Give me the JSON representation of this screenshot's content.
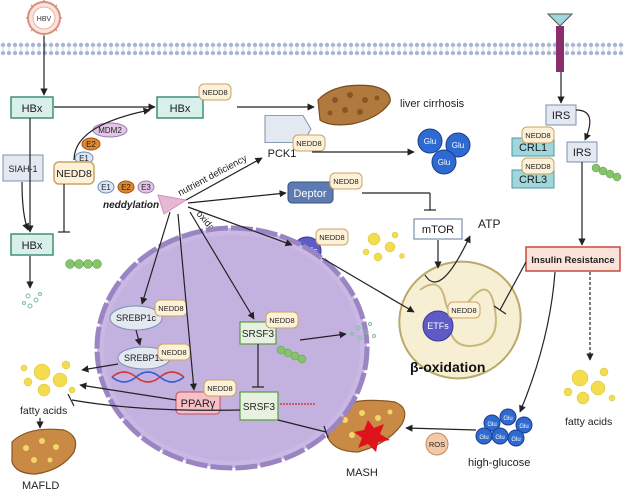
{
  "labels": {
    "hbv": "HBV",
    "hbx_top": "HBx",
    "hbx_mid": "HBx",
    "hbx_low": "HBx",
    "siah1": "SIAH-1",
    "mdm2": "MDM2",
    "e2_stack": "E2",
    "e1_stack": "E1",
    "nedd8_main": "NEDD8",
    "e1": "E1",
    "e2": "E2",
    "e3": "E3",
    "neddylation": "neddylation",
    "nutrient_deficiency": "nutrient deficiency",
    "oxidative_stress": "oxidative stress",
    "pck1": "PCK1",
    "deptor": "Deptor",
    "mtor": "mTOR",
    "etfs_top": "ETFs",
    "etfs_mito": "ETFs",
    "atp": "ATP",
    "beta_oxidation": "β-oxidation",
    "liver_cirrhosis": "liver cirrhosis",
    "glu": "Glu",
    "irs_top": "IRS",
    "irs_mid": "IRS",
    "crl1": "CRL1",
    "crl3": "CRL3",
    "insulin_resistance": "Insulin Resistance",
    "fatty_acids_left": "fatty acids",
    "fatty_acids_right": "fatty acids",
    "srebp1c_a": "SREBP1c",
    "srebp1c_b": "SREBP1c",
    "ppar": "PPARγ",
    "srsf3_a": "SRSF3",
    "srsf3_b": "SRSF3",
    "mafld": "MAFLD",
    "mash": "MASH",
    "ros": "ROS",
    "high_glucose": "high-glucose",
    "nedd8_tag": "NEDD8"
  },
  "colors": {
    "membrane": "#a8b6d3",
    "hbx_fill": "#d9efe9",
    "hbx_stroke": "#3f8f7a",
    "nedd8_fill": "#fdf1d9",
    "nedd8_stroke": "#c9a463",
    "glu_blue": "#2f6ad3",
    "nucleus": "#b9a7d6",
    "liver": "#b07a3e",
    "insulin_box": "#fbe3dc",
    "insulin_stroke": "#c74a3a",
    "neddylation_arrow": "#e8b7d6",
    "mito_fill": "#f6efd3",
    "fat_yellow": "#f3dd4f",
    "green_chain": "#86c46b"
  }
}
